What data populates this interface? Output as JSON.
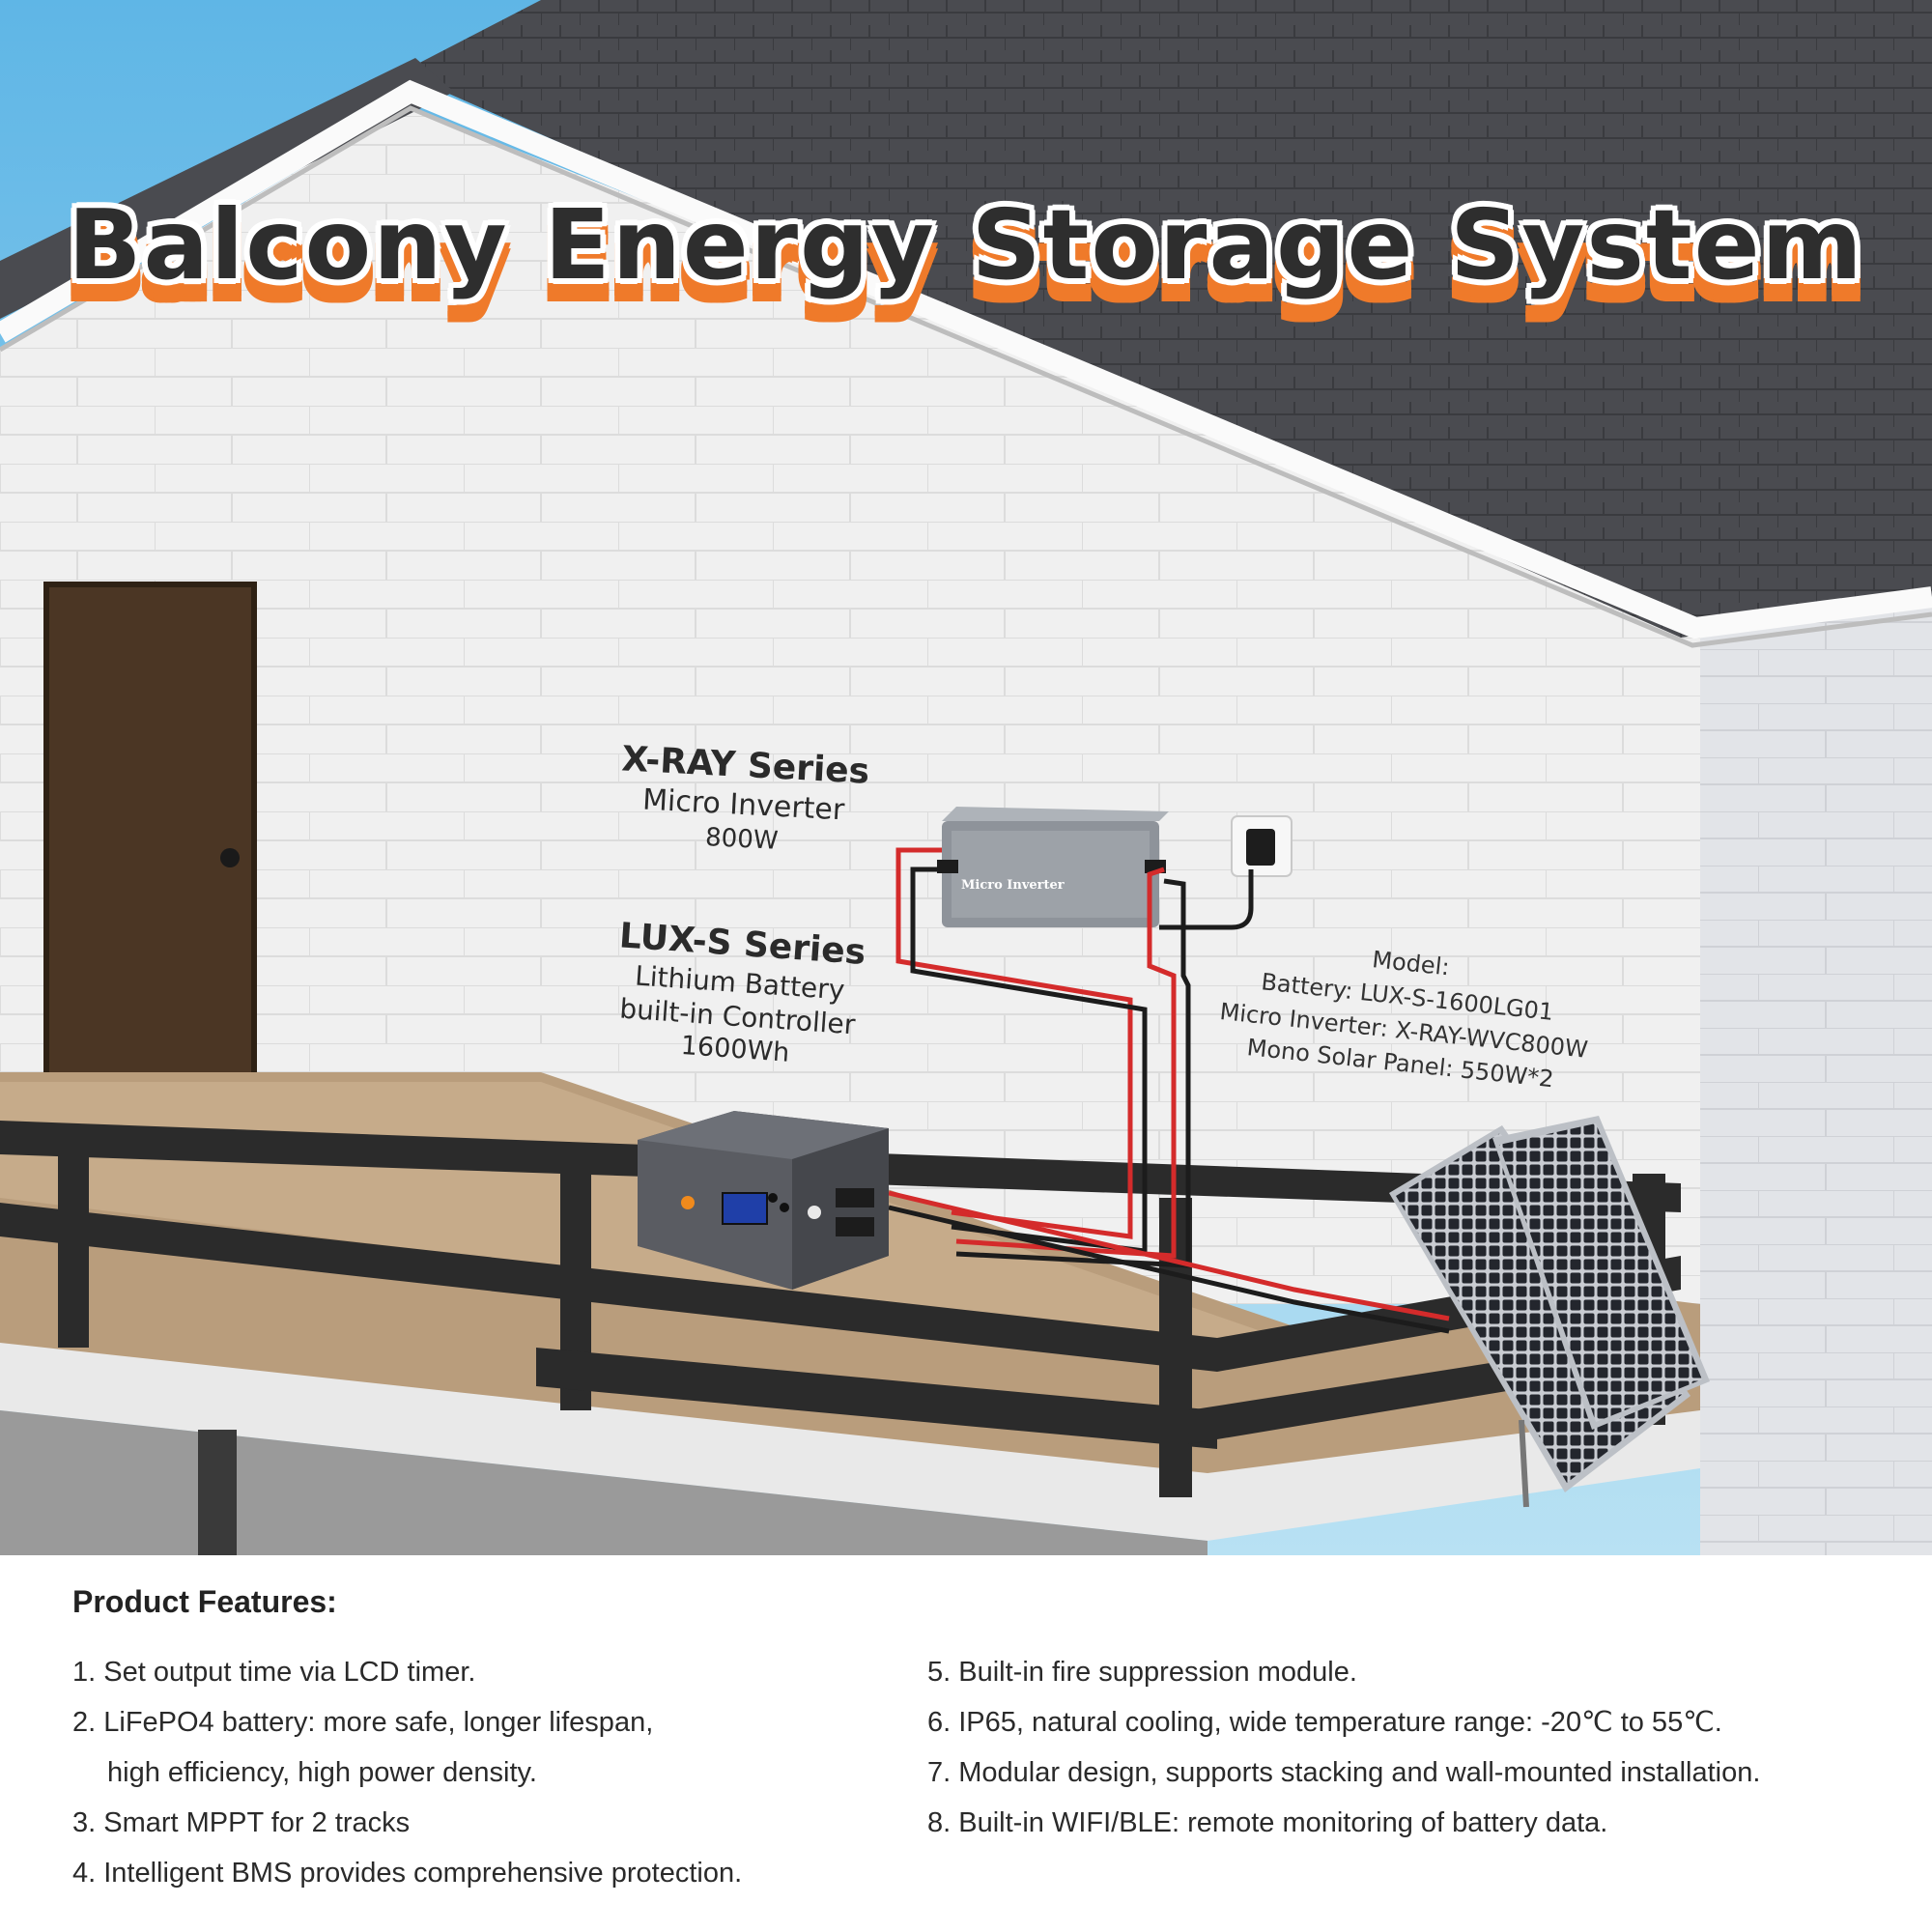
{
  "title": "Balcony Energy Storage System",
  "labels": {
    "inverter": {
      "series": "X-RAY Series",
      "type": "Micro Inverter",
      "power": "800W"
    },
    "battery": {
      "series": "LUX-S Series",
      "type_line1": "Lithium Battery",
      "type_line2": "built-in Controller",
      "capacity": "1600Wh"
    },
    "model": {
      "heading": "Model:",
      "battery": "Battery: LUX-S-1600LG01",
      "inverter": "Micro Inverter: X-RAY-WVC800W",
      "panel": "Mono Solar Panel: 550W*2"
    }
  },
  "device_text": {
    "inverter_face": "Micro Inverter"
  },
  "features": {
    "heading": "Product Features:",
    "left": [
      {
        "text": "1. Set output time via LCD timer."
      },
      {
        "text": "2. LiFePO4 battery: more safe, longer lifespan,",
        "cont": "high efficiency, high power density."
      },
      {
        "text": "3. Smart MPPT for 2 tracks"
      },
      {
        "text": "4. Intelligent BMS provides comprehensive protection."
      }
    ],
    "right": [
      {
        "text": "5. Built-in fire suppression module."
      },
      {
        "text": "6. IP65, natural cooling, wide temperature range: -20℃ to 55℃."
      },
      {
        "text": "7. Modular design, supports stacking and wall-mounted installation."
      },
      {
        "text": "8. Built-in WIFI/BLE: remote monitoring of battery data."
      }
    ]
  },
  "colors": {
    "sky": "#7cc6ea",
    "roof": "#4a4a4f",
    "wall": "#efefef",
    "door": "#4b3624",
    "deck": "#b99d7c",
    "railing": "#2b2b2b",
    "cable_red": "#d42b2b",
    "cable_black": "#1c1c1c",
    "title_shadow": "#ef7a2a",
    "battery_body": "#5a5c62",
    "panel_cells": "#23262d"
  }
}
